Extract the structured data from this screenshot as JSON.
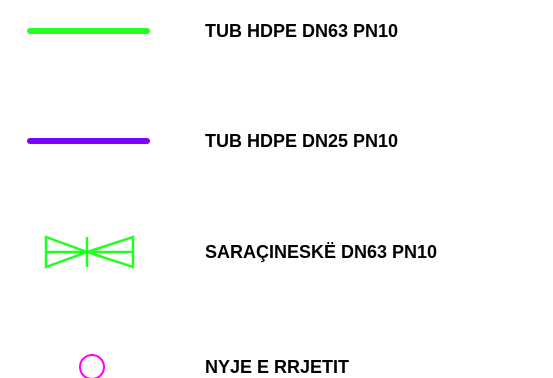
{
  "legend": {
    "items": [
      {
        "symbol": "green-pipe-line",
        "color": "#22ff22",
        "label": "TUB HDPE DN63 PN10"
      },
      {
        "symbol": "purple-pipe-line",
        "color": "#7a00ff",
        "label": "TUB HDPE DN25 PN10"
      },
      {
        "symbol": "valve-icon",
        "color": "#22ff22",
        "label": "SARAÇINESKË DN63 PN10"
      },
      {
        "symbol": "node-circle-icon",
        "color": "#ff00ff",
        "label": "NYJE E RRJETIT"
      }
    ]
  }
}
